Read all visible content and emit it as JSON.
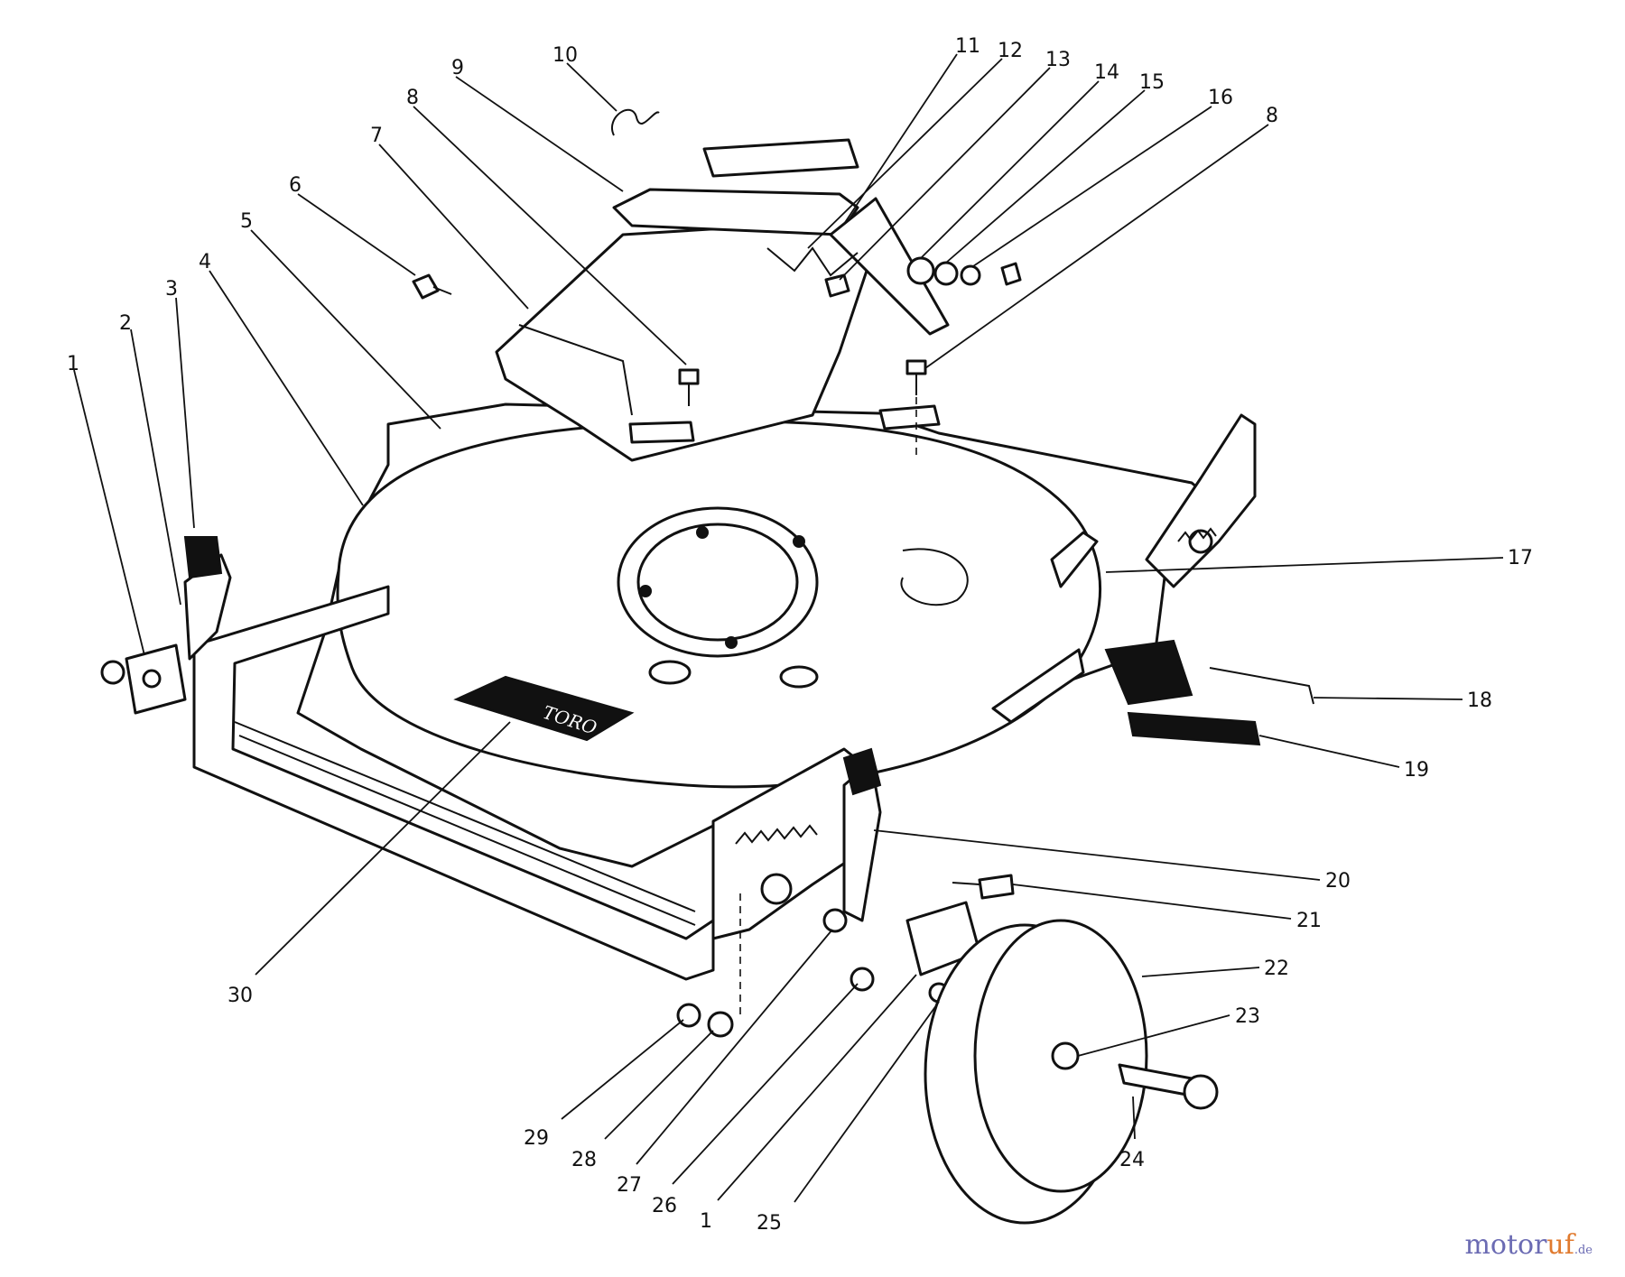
{
  "diagram": {
    "decal_text": "TORO",
    "callouts": [
      {
        "id": "c1a",
        "label": "1"
      },
      {
        "id": "c2",
        "label": "2"
      },
      {
        "id": "c3",
        "label": "3"
      },
      {
        "id": "c4",
        "label": "4"
      },
      {
        "id": "c5",
        "label": "5"
      },
      {
        "id": "c6",
        "label": "6"
      },
      {
        "id": "c7",
        "label": "7"
      },
      {
        "id": "c8a",
        "label": "8"
      },
      {
        "id": "c9",
        "label": "9"
      },
      {
        "id": "c10",
        "label": "10"
      },
      {
        "id": "c11",
        "label": "11"
      },
      {
        "id": "c12",
        "label": "12"
      },
      {
        "id": "c13",
        "label": "13"
      },
      {
        "id": "c14",
        "label": "14"
      },
      {
        "id": "c15",
        "label": "15"
      },
      {
        "id": "c16",
        "label": "16"
      },
      {
        "id": "c8b",
        "label": "8"
      },
      {
        "id": "c17",
        "label": "17"
      },
      {
        "id": "c18",
        "label": "18"
      },
      {
        "id": "c19",
        "label": "19"
      },
      {
        "id": "c20",
        "label": "20"
      },
      {
        "id": "c21",
        "label": "21"
      },
      {
        "id": "c22",
        "label": "22"
      },
      {
        "id": "c23",
        "label": "23"
      },
      {
        "id": "c24",
        "label": "24"
      },
      {
        "id": "c25",
        "label": "25"
      },
      {
        "id": "c1b",
        "label": "1"
      },
      {
        "id": "c26",
        "label": "26"
      },
      {
        "id": "c27",
        "label": "27"
      },
      {
        "id": "c28",
        "label": "28"
      },
      {
        "id": "c29",
        "label": "29"
      },
      {
        "id": "c30",
        "label": "30"
      }
    ]
  },
  "watermark": {
    "main": "motor",
    "accent": "uf",
    "tld": ".de"
  }
}
